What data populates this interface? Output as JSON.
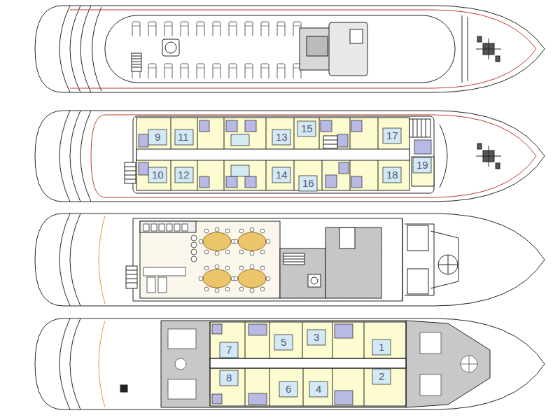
{
  "diagram": {
    "labels": [
      "9",
      "11",
      "13",
      "15",
      "17",
      "10",
      "12",
      "14",
      "16",
      "18",
      "19",
      "7",
      "5",
      "3",
      "1",
      "8",
      "6",
      "4",
      "2"
    ]
  }
}
